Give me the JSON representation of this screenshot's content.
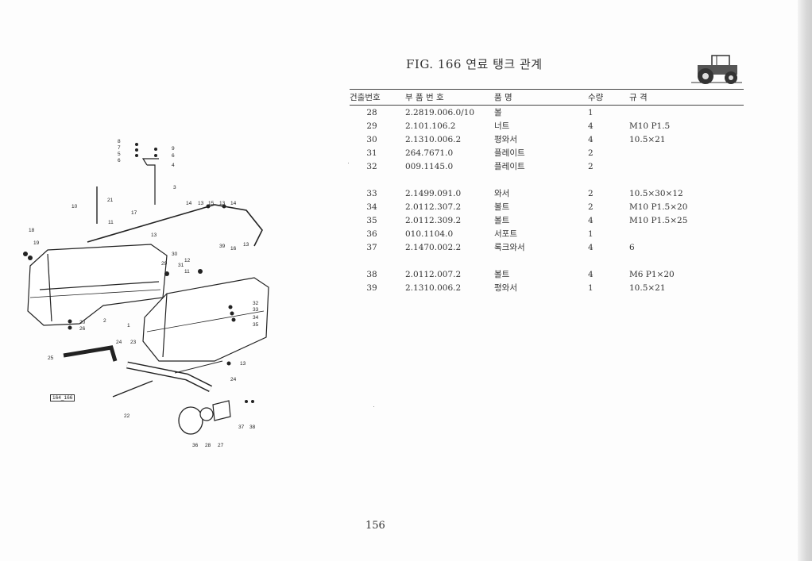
{
  "figure": {
    "title": "FIG. 166 연료 탱크 관계"
  },
  "table": {
    "headers": [
      "건출번호",
      "부 품 번 호",
      "품 명",
      "수량",
      "규 격"
    ],
    "groups": [
      [
        {
          "no": "28",
          "part": "2.2819.006.0/10",
          "name": "볼",
          "qty": "1",
          "spec": ""
        },
        {
          "no": "29",
          "part": "2.101.106.2",
          "name": "너트",
          "qty": "4",
          "spec": "M10 P1.5"
        },
        {
          "no": "30",
          "part": "2.1310.006.2",
          "name": "평와서",
          "qty": "4",
          "spec": "10.5×21"
        },
        {
          "no": "31",
          "part": "264.7671.0",
          "name": "플레이트",
          "qty": "2",
          "spec": ""
        },
        {
          "no": "32",
          "part": "009.1145.0",
          "name": "플레이트",
          "qty": "2",
          "spec": ""
        }
      ],
      [
        {
          "no": "33",
          "part": "2.1499.091.0",
          "name": "와서",
          "qty": "2",
          "spec": "10.5×30×12"
        },
        {
          "no": "34",
          "part": "2.0112.307.2",
          "name": "볼트",
          "qty": "2",
          "spec": "M10 P1.5×20"
        },
        {
          "no": "35",
          "part": "2.0112.309.2",
          "name": "볼트",
          "qty": "4",
          "spec": "M10 P1.5×25"
        },
        {
          "no": "36",
          "part": "010.1104.0",
          "name": "서포트",
          "qty": "1",
          "spec": ""
        },
        {
          "no": "37",
          "part": "2.1470.002.2",
          "name": "록크와서",
          "qty": "4",
          "spec": "6"
        }
      ],
      [
        {
          "no": "38",
          "part": "2.0112.007.2",
          "name": "볼트",
          "qty": "4",
          "spec": "M6 P1×20"
        },
        {
          "no": "39",
          "part": "2.1310.006.2",
          "name": "평와서",
          "qty": "1",
          "spec": "10.5×21"
        }
      ]
    ]
  },
  "diagram": {
    "code": "164_166",
    "callouts": [
      "8",
      "7",
      "5",
      "6",
      "9",
      "6",
      "4",
      "3",
      "21",
      "10",
      "11",
      "17",
      "14",
      "13",
      "15",
      "13",
      "14",
      "18",
      "19",
      "13",
      "39",
      "16",
      "13",
      "30",
      "29",
      "31",
      "12",
      "11",
      "32",
      "33",
      "34",
      "35",
      "2",
      "1",
      "20",
      "26",
      "24",
      "23",
      "25",
      "13",
      "24",
      "22",
      "37",
      "38",
      "36",
      "28",
      "27"
    ]
  },
  "page": {
    "number": "156"
  }
}
